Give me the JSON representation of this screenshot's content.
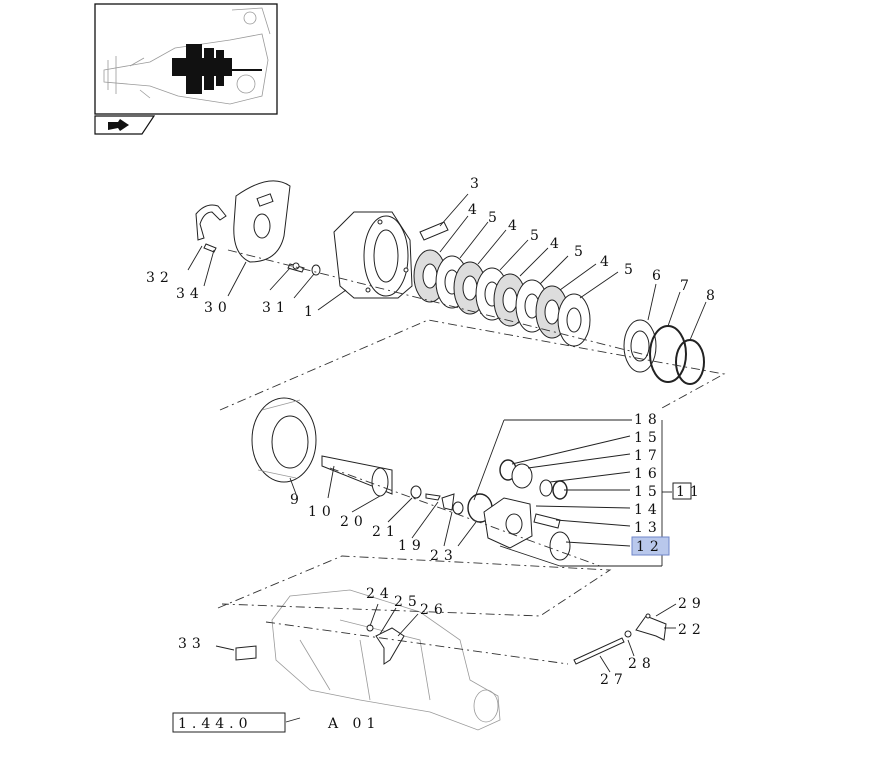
{
  "thumbnail": {
    "nav_icon": "right-arrow-icon"
  },
  "callouts": {
    "c1": "1",
    "c3": "3",
    "c4a": "4",
    "c4b": "4",
    "c4c": "4",
    "c4d": "4",
    "c5a": "5",
    "c5b": "5",
    "c5c": "5",
    "c5d": "5",
    "c6": "6",
    "c7": "7",
    "c8": "8",
    "c9": "9",
    "c10": "10",
    "c11": "11",
    "c12": "12",
    "c13": "13",
    "c14": "14",
    "c15a": "15",
    "c15b": "15",
    "c16": "16",
    "c17": "17",
    "c18": "18",
    "c19": "19",
    "c20": "20",
    "c21": "21",
    "c22": "22",
    "c23": "23",
    "c24": "24",
    "c25": "25",
    "c26": "26",
    "c27": "27",
    "c28": "28",
    "c29": "29",
    "c30": "30",
    "c31": "31",
    "c32": "32",
    "c33": "33",
    "c34": "34"
  },
  "reference_box": "1.44.0",
  "reference_suffix": "A 01",
  "selected_callout": "12",
  "colors": {
    "highlight": "#b9c8ec",
    "line": "#222222"
  }
}
